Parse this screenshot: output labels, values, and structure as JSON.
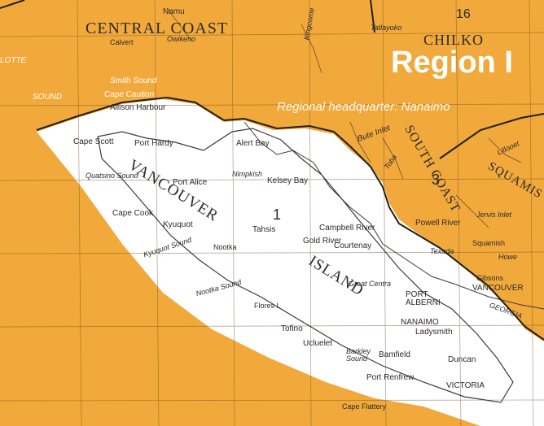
{
  "colors": {
    "background": "#f2a93b",
    "region_area": "#ffffff",
    "border": "#1f1f1f",
    "grid": "#6b4a1a",
    "title_text": "#ffffff"
  },
  "header": {
    "title": "Region I",
    "subtitle": "Regional headquarter: Nanaimo"
  },
  "regions": {
    "central_coast": "CENTRAL COAST",
    "chilko": "CHILKO",
    "south_coast": "SOUTH COAST",
    "squamish": "SQUAMIS",
    "vancouver_island": "VANCOUVER",
    "island": "ISLAND",
    "zone_1": "1",
    "zone_3": "3",
    "zone_16": "16"
  },
  "places": {
    "namu": "Namu",
    "calvert": "Calvert",
    "owikeno": "Owikeno",
    "tatlayoko": "Tatlayoko",
    "smith_sound": "Smith Sound",
    "sound": "SOUND",
    "plotte": "LOTTE",
    "cape_caution": "Cape Caution",
    "allison_harbour": "Allison Harbour",
    "cape_scott": "Cape Scott",
    "port_hardy": "Port Hardy",
    "alert_bay": "Alert Bay",
    "bute_inlet": "Bute Inlet",
    "quatsino_sound": "Quatsino Sound",
    "port_alice": "Port Alice",
    "nimpkish": "Nimpkish",
    "kelsey_bay": "Kelsey Bay",
    "cape_cook": "Cape Cook",
    "kyuquot": "Kyuquot",
    "kyuquot_sound": "Kyuquot Sound",
    "tahsis": "Tahsis",
    "nootka": "Nootka",
    "campbell_river": "Campbell River",
    "gold_river": "Gold River",
    "courtenay": "Courtenay",
    "powell_river": "Powell River",
    "jervis_inlet": "Jervis Inlet",
    "texada": "Texada",
    "squamish_town": "Squamish",
    "howe": "Howe",
    "gibsons": "Gibsons",
    "vancouver_city": "VANCOUVER",
    "nootka_sound": "Nootka Sound",
    "flores": "Flores I.",
    "port_alberni": "PORT ALBERNI",
    "nanaimo": "NANAIMO",
    "ladysmith": "Ladysmith",
    "tofino": "Tofino",
    "ucluelet": "Ucluelet",
    "barkley_sound": "Barkley Sound",
    "bamfield": "Bamfield",
    "duncan": "Duncan",
    "port_renfrew": "Port Renfrew",
    "victoria": "VICTORIA",
    "cape_flattery": "Cape Flattery",
    "great_central": "Great Centra",
    "lillooet": "Lillooet",
    "georgia": "GEORGIA",
    "kingcome": "Kingcome",
    "toba": "Toba"
  }
}
